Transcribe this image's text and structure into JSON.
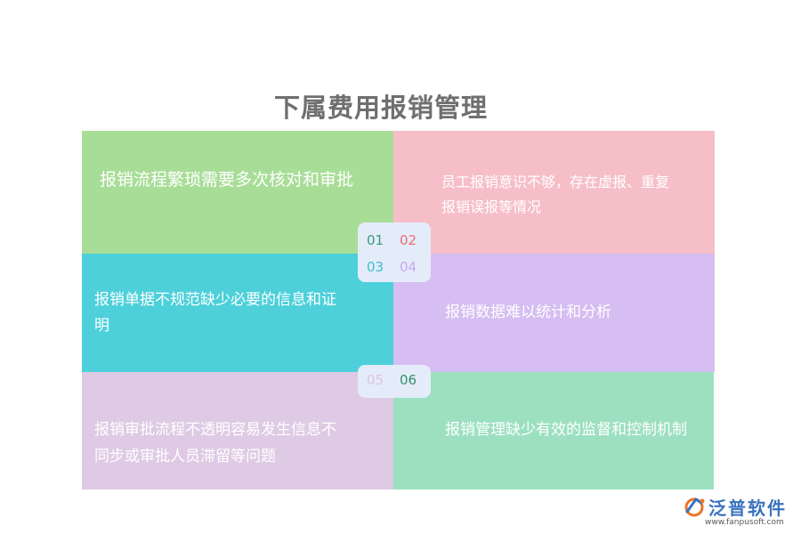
{
  "title": "下属费用报销管理",
  "cells": [
    {
      "text": "报销流程繁琐需要多次核对和审批",
      "color": "#a8dd97"
    },
    {
      "text": "员工报销意识不够，存在虚报、重复报销误报等情况",
      "color": "#f6bfc8"
    },
    {
      "text": "报销单据不规范缺少必要的信息和证明",
      "color": "#4dd0da"
    },
    {
      "text": "报销数据难以统计和分析",
      "color": "#d6bdf2"
    },
    {
      "text": "报销审批流程不透明容易发生信息不同步或审批人员滞留等问题",
      "color": "#dfcae5"
    },
    {
      "text": "报销管理缺少有效的监督和控制机制",
      "color": "#9ce0c0"
    }
  ],
  "numbers": [
    "01",
    "02",
    "03",
    "04",
    "05",
    "06"
  ],
  "logo": {
    "name": "泛普软件",
    "url": "www.fanpusoft.com",
    "icon": "fanpu-logo-icon"
  }
}
